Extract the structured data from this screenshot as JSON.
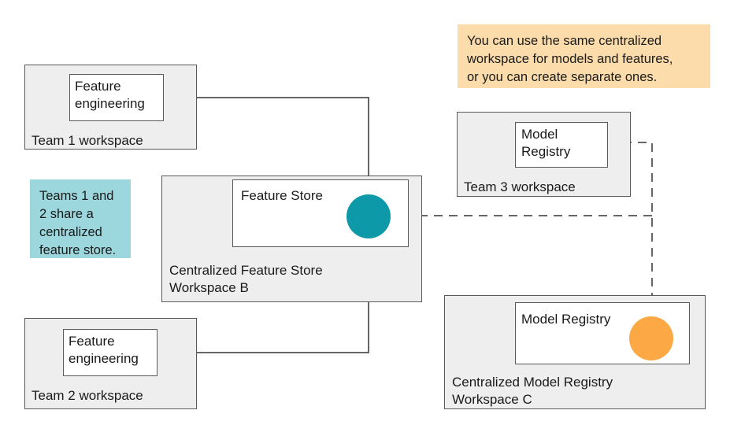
{
  "diagram": {
    "title_absent": true,
    "colors": {
      "workspace_fill": "#EEEEEE",
      "workspace_stroke": "#595959",
      "inner_fill": "#FFFFFF",
      "connector": "#666666",
      "feature_store_node": "#0E99A8",
      "model_registry_node": "#FCA945",
      "note_teal": "#9BD7DC",
      "note_orange": "#FCDCAB",
      "text": "#1A1A1A"
    },
    "workspaces": [
      {
        "id": "team1",
        "label": "Team 1 workspace",
        "inner_label": "Feature\nengineering"
      },
      {
        "id": "team2",
        "label": "Team 2 workspace",
        "inner_label": "Feature\nengineering"
      },
      {
        "id": "team3",
        "label": "Team 3 workspace",
        "inner_label": "Model\nRegistry"
      },
      {
        "id": "workspace_b",
        "label": "Centralized Feature Store\nWorkspace B",
        "inner_label": "Feature Store"
      },
      {
        "id": "workspace_c",
        "label": "Centralized Model Registry\nWorkspace C",
        "inner_label": "Model Registry"
      }
    ],
    "notes": [
      {
        "id": "teal_note",
        "text": "Teams 1 and\n2 share a\ncentralized\nfeature store."
      },
      {
        "id": "orange_note",
        "text": "You can use the same centralized\nworkspace for models and features,\nor you can create separate ones."
      }
    ],
    "connectors": [
      {
        "id": "team1-to-feature-store",
        "from": "Team 1 workspace / Feature engineering",
        "to": "Feature Store node",
        "style": "solid",
        "arrow": "end"
      },
      {
        "id": "team2-to-feature-store",
        "from": "Team 2 workspace / Feature engineering",
        "to": "Feature Store node",
        "style": "solid",
        "arrow": "end"
      },
      {
        "id": "team3-to-feature-store",
        "from": "Team 3 workspace / Model Registry",
        "to": "Feature Store node",
        "style": "dashed",
        "arrow": "end"
      },
      {
        "id": "team3-to-model-registry",
        "from": "Team 3 workspace / Model Registry",
        "to": "Model Registry node",
        "style": "dashed",
        "arrow": "end"
      }
    ]
  }
}
